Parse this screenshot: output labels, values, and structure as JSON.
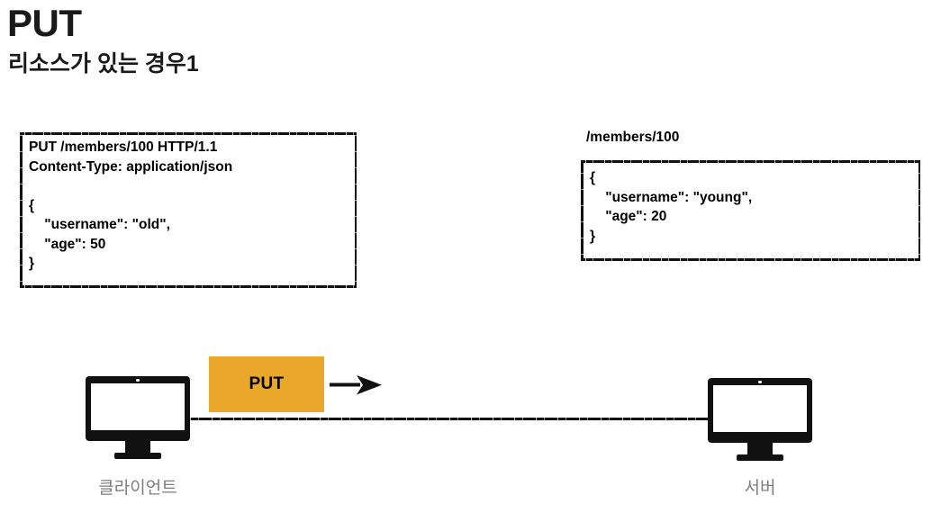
{
  "heading": {
    "title": "PUT",
    "subtitle": "리소스가 있는 경우1"
  },
  "request_box": {
    "name": "http-request",
    "text": "PUT /members/100 HTTP/1.1\nContent-Type: application/json\n\n{\n    \"username\": \"old\",\n    \"age\": 50\n}",
    "method": "PUT",
    "path": "/members/100",
    "http_version": "HTTP/1.1",
    "headers": [
      {
        "name": "Content-Type",
        "value": "application/json"
      }
    ],
    "body": {
      "username": "old",
      "age": 50
    }
  },
  "resource_box": {
    "path_label": "/members/100",
    "text": "{\n    \"username\": \"young\",\n    \"age\": 20\n}",
    "body": {
      "username": "young",
      "age": 20
    }
  },
  "diagram": {
    "client": {
      "label": "클라이언트",
      "icon": "monitor-icon"
    },
    "server": {
      "label": "서버",
      "icon": "monitor-icon"
    },
    "verb_badge": {
      "label": "PUT",
      "color": "#eaa82a"
    },
    "arrow": {
      "name": "arrow-right-icon",
      "direction": "client-to-server"
    },
    "connection": {
      "name": "network-wire",
      "color": "#111111"
    }
  },
  "colors": {
    "accent_orange": "#eaa82a",
    "ink": "#111111",
    "label_gray": "#7d7d7d",
    "background": "#ffffff"
  }
}
